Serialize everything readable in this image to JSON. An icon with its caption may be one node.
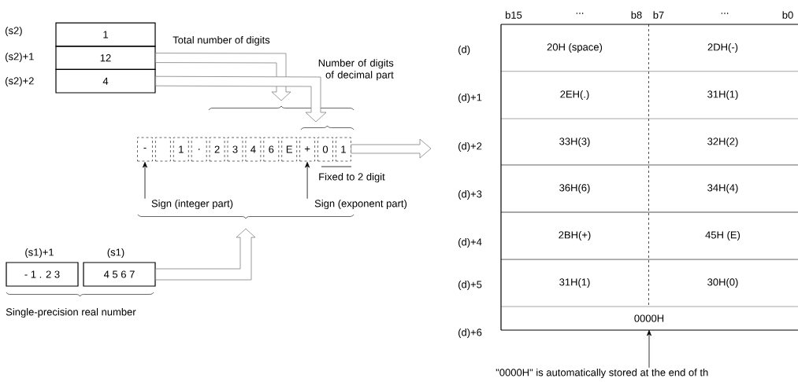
{
  "diagram": {
    "nodes": [
      {
        "text": [
          "1"
        ]
      },
      {
        "text": [
          "12"
        ]
      },
      {
        "text": [
          "4"
        ]
      },
      {
        "text": [
          "-"
        ]
      },
      {
        "text": [],
        "shape": "box"
      },
      {
        "text": [
          "1"
        ]
      },
      {
        "text": [
          "."
        ]
      },
      {
        "text": [
          "2"
        ]
      },
      {
        "text": [
          "3"
        ]
      },
      {
        "text": [
          "4"
        ]
      },
      {
        "text": [
          "6"
        ]
      },
      {
        "text": [
          "E"
        ]
      },
      {
        "text": [
          "+"
        ]
      },
      {
        "text": [
          "0"
        ]
      },
      {
        "text": [
          "1"
        ]
      },
      {
        "text": [
          "Sign (integer part)"
        ]
      },
      {
        "text": [
          "Sign (exponent part)"
        ]
      },
      {
        "text": [
          "- 1 . 2 3"
        ],
        "beside": [
          "(s1)+1"
        ]
      },
      {
        "text": [
          "4 5 6 7"
        ],
        "beside": [
          "(s1)"
        ]
      },
      {
        "text": [
          "20H (space)"
        ]
      },
      {
        "text": [
          "2DH(-)"
        ]
      },
      {
        "text": [
          "2EH(.)"
        ]
      },
      {
        "text": [
          "31H(1)"
        ]
      },
      {
        "text": [
          "33H(3)"
        ]
      },
      {
        "text": [
          "32H(2)"
        ]
      },
      {
        "text": [
          "36H(6)"
        ]
      },
      {
        "text": [
          "34H(4)"
        ]
      },
      {
        "text": [
          "2BH(+)"
        ]
      },
      {
        "text": [
          "45H (E)"
        ]
      },
      {
        "text": [
          "31H(1)"
        ]
      },
      {
        "text": [
          "30H(0)"
        ]
      },
      {
        "text": [
          "0000H"
        ]
      },
      {
        "text": [
          "\"0000H\" is automatically stored at the end of th"
        ]
      }
    ],
    "edges": [
      {
        "from": 1,
        "to": null,
        "arrow": "to",
        "label": "Total number of digits"
      },
      {
        "from": 2,
        "to": null,
        "arrow": "to"
      },
      {
        "from": 18,
        "to": null,
        "arrow": "to"
      },
      {
        "from": 14,
        "to": null,
        "arrow": "to"
      },
      {
        "from": 15,
        "to": 3,
        "arrow": "to"
      },
      {
        "from": 16,
        "to": 12,
        "arrow": "to"
      },
      {
        "from": 32,
        "to": 31,
        "arrow": "to"
      }
    ],
    "labels": [
      "(s2)",
      "(s2)+1",
      "(s2)+2",
      "Number of digits of decimal part",
      "b15",
      "...",
      "b8",
      "b7",
      "...",
      "b0",
      "(d)",
      "(d)+1",
      "(d)+2",
      "(d)+3",
      "(d)+4",
      "(d)+5",
      "(d)+6",
      "Fixed to 2 digit",
      "Single-precision real number"
    ]
  }
}
